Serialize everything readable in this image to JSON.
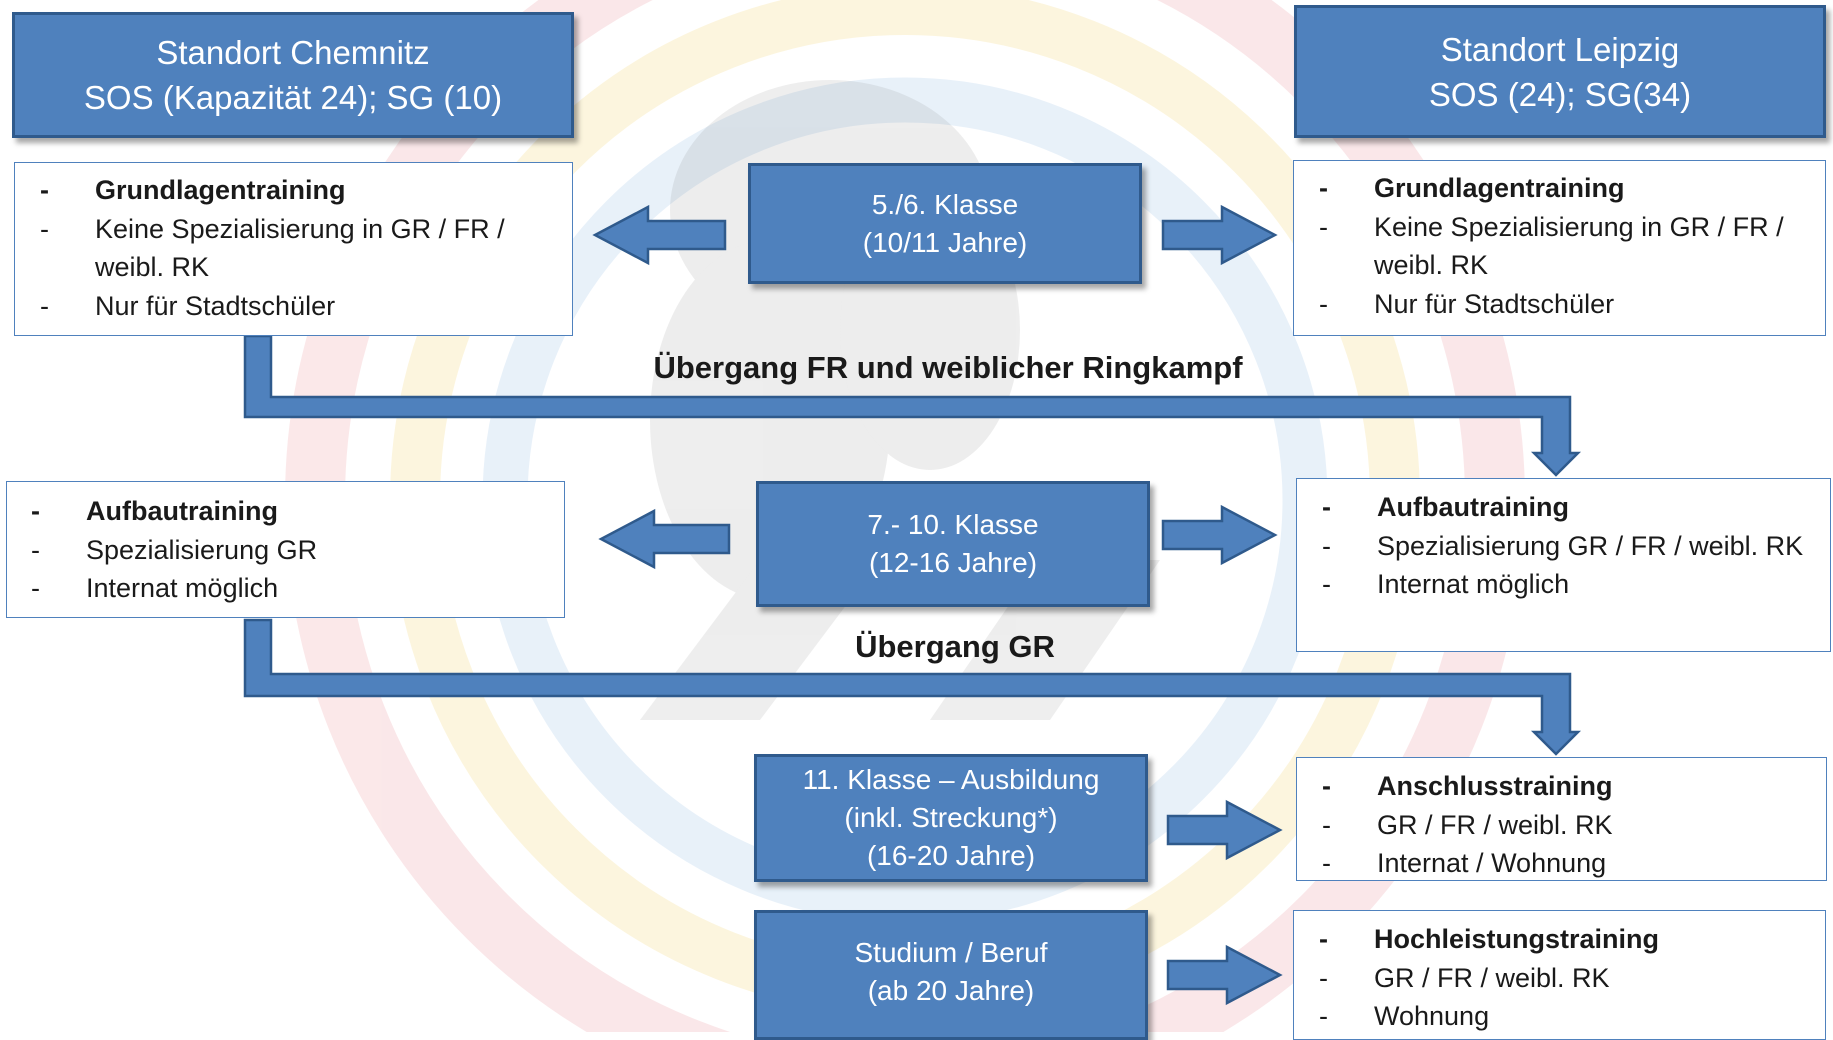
{
  "standorte": {
    "chemnitz": {
      "title": "Standort Chemnitz",
      "subtitle": "SOS (Kapazität 24); SG (10)"
    },
    "leipzig": {
      "title": "Standort Leipzig",
      "subtitle": "SOS (24); SG(34)"
    }
  },
  "stages": [
    {
      "line1": "5./6. Klasse",
      "line2": "(10/11 Jahre)"
    },
    {
      "line1": "7.- 10. Klasse",
      "line2": "(12-16 Jahre)"
    },
    {
      "line1": "11. Klasse – Ausbildung",
      "line2": "(inkl. Streckung*)",
      "line3": "(16-20 Jahre)"
    },
    {
      "line1": "Studium / Beruf",
      "line2": "(ab 20 Jahre)"
    }
  ],
  "chemnitz_boxes": [
    {
      "items": [
        "Grundlagentraining",
        "Keine Spezialisierung in GR / FR / weibl. RK",
        "Nur für Stadtschüler"
      ]
    },
    {
      "items": [
        "Aufbautraining",
        "Spezialisierung GR",
        "Internat möglich"
      ]
    }
  ],
  "leipzig_boxes": [
    {
      "items": [
        "Grundlagentraining",
        "Keine Spezialisierung in GR / FR / weibl. RK",
        "Nur für Stadtschüler"
      ]
    },
    {
      "items": [
        "Aufbautraining",
        "Spezialisierung GR / FR / weibl. RK",
        "Internat möglich"
      ]
    },
    {
      "items": [
        "Anschlusstraining",
        "GR / FR / weibl. RK",
        "Internat / Wohnung"
      ]
    },
    {
      "items": [
        "Hochleistungstraining",
        "GR / FR / weibl. RK",
        "Wohnung"
      ]
    }
  ],
  "transitions": {
    "fr_label": "Übergang FR und weiblicher Ringkampf",
    "gr_label": "Übergang GR"
  },
  "colors": {
    "box_fill": "#4f81bd",
    "box_border": "#2f5a8c",
    "arrow_fill": "#4f81bd",
    "text_dark": "#1a1a1a"
  }
}
